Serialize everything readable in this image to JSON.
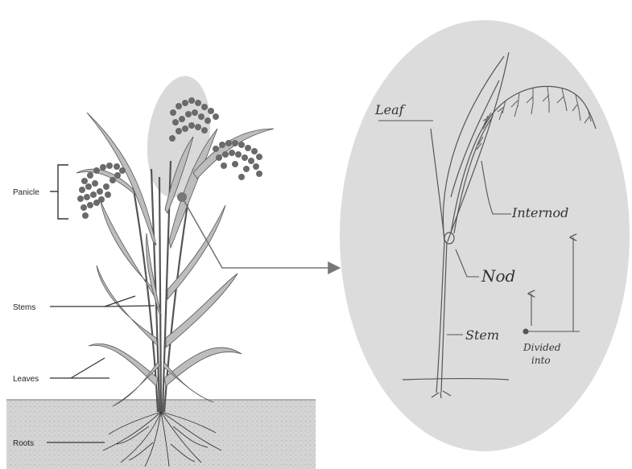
{
  "left_labels": {
    "panicle": "Panicle",
    "stems": "Stems",
    "leaves": "Leaves",
    "roots": "Roots"
  },
  "right_labels": {
    "leaf": "Leaf",
    "internode": "Internod",
    "node": "Nod",
    "stem": "Stem",
    "divided_into_line1": "Divided",
    "divided_into_line2": "into"
  },
  "colors": {
    "highlight": "#d9d9d9",
    "soil": "#d4d4d4",
    "plant_stroke": "#555555",
    "leaf_fill": "#bdbdbd",
    "grain_fill": "#6a6a6a",
    "connector": "#777777"
  }
}
